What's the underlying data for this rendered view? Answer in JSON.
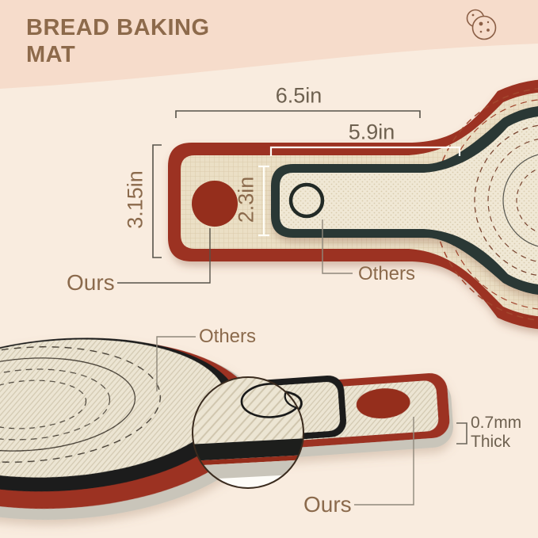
{
  "header": {
    "title_line1": "BREAD BAKING",
    "title_line2": "MAT"
  },
  "icons": {
    "top_right": "cookies-icon"
  },
  "top_diagram": {
    "dim_total_width": "6.5in",
    "dim_others_width": "5.9in",
    "dim_total_height": "3.15in",
    "dim_others_height": "2.3in",
    "label_ours": "Ours",
    "label_others": "Others"
  },
  "bottom_diagram": {
    "label_others": "Others",
    "label_ours": "Ours",
    "thickness_value": "0.7mm",
    "thickness_word": "Thick"
  },
  "colors": {
    "bg_top": "#f6dccb",
    "bg_bottom": "#f9ecdf",
    "mat_red": "#9c3322",
    "hole_red": "#952d1b",
    "mat_cream": "#ece0c7",
    "others_border": "#2c3834",
    "others_cream": "#f0e8d5",
    "black_layer": "#1d1e1c",
    "silver": "#c9c5ba",
    "title_brown": "#8d6a4b",
    "label_brown": "#8b6a4c",
    "dim_gray": "#6e6150",
    "line_dark": "#57534a",
    "line_light": "#8f887b",
    "line_white": "#fffef7",
    "icon_brown": "#8b5f46"
  }
}
